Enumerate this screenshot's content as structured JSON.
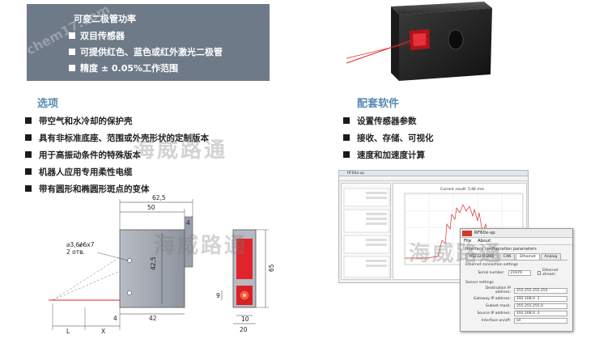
{
  "spec_box": {
    "title": "可变二极管功率",
    "items": [
      "双目传感器",
      "可提供红色、蓝色或红外激光二极管",
      "精度 ± 0.05%工作范围"
    ],
    "bg_color": "#6e7a88"
  },
  "options": {
    "header": "选项",
    "items": [
      "带空气和水冷却的保护壳",
      "具有非标准底座、范围或外壳形状的定制版本",
      "用于高振动条件的特殊版本",
      "机器人应用专用柔性电缆",
      "带有圆形和椭圆形斑点的变体"
    ]
  },
  "software": {
    "header": "配套软件",
    "items": [
      "设置传感器参数",
      "接收、存储、可视化",
      "速度和加速度计算"
    ]
  },
  "drawing": {
    "dims": {
      "d625": "62,5",
      "d50": "50",
      "d4a": "4",
      "d425": "42,5",
      "d65": "65",
      "hole1": "⌀3,6/",
      "hole2": "⌀6x7",
      "holes_count": "2 отв.",
      "d9": "9",
      "d4b": "4",
      "d42": "42",
      "d10": "10",
      "d20": "20",
      "L": "L",
      "X": "X"
    }
  },
  "sw1": {
    "title": "RF60x-sp",
    "chart_title": "Current result: 5.86 mm"
  },
  "sw2": {
    "title": "RF60x-sp",
    "menu": [
      "File",
      "About"
    ],
    "sub": "Interface configuration parameters",
    "tabs": [
      "RS232/RS485",
      "CAN",
      "Ethernet",
      "Analog"
    ],
    "group1": "Ethernet connection settings",
    "serial_label": "Serial number:",
    "serial_value": "21976",
    "ethernet_stream": "Ethernet stream",
    "group2": "Sensor settings",
    "rows": [
      {
        "label": "Destination IP address:",
        "value": "255.255.255.255"
      },
      {
        "label": "Gateway IP address:",
        "value": "192.168.0 .1"
      },
      {
        "label": "Subnet mask:",
        "value": "255.255.255.0"
      },
      {
        "label": "Source IP address:",
        "value": "192.168.0 .3"
      },
      {
        "label": "Interface on/off:",
        "value": "on"
      }
    ]
  },
  "watermark": {
    "text": "海威路通",
    "small": "chem17.com"
  }
}
